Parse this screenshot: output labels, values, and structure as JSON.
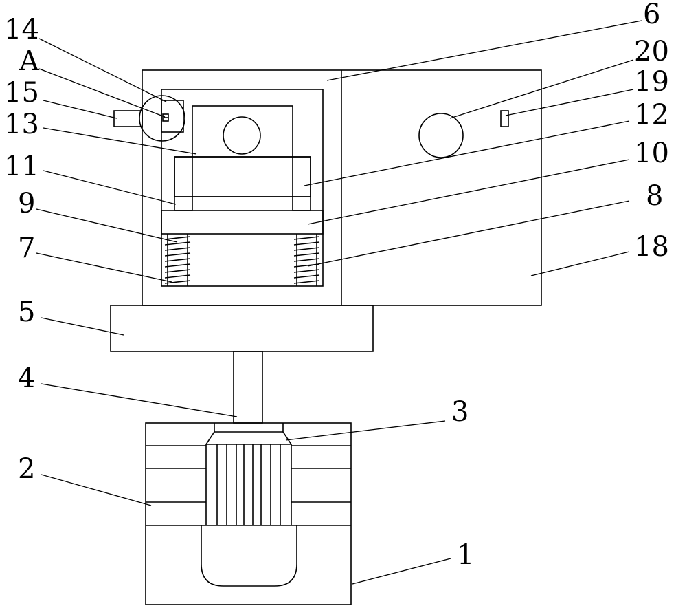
{
  "labels": {
    "l1": "1",
    "l2": "2",
    "l3": "3",
    "l4": "4",
    "l5": "5",
    "l6": "6",
    "l7": "7",
    "l8": "8",
    "l9": "9",
    "l10": "10",
    "l11": "11",
    "l12": "12",
    "l13": "13",
    "l14": "14",
    "lA": "A",
    "l15": "15",
    "l18": "18",
    "l19": "19",
    "l20": "20"
  }
}
